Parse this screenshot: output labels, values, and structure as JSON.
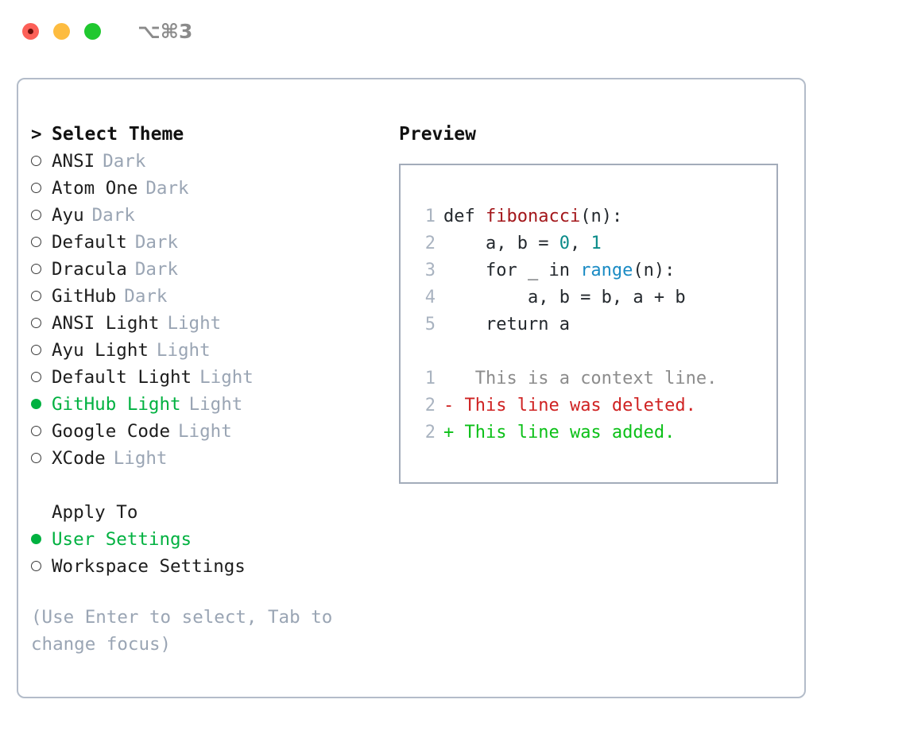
{
  "window": {
    "title": "⌥⌘3",
    "traffic_lights": [
      "close",
      "minimize",
      "maximize"
    ]
  },
  "theme_list": {
    "header": "Select Theme",
    "header_prefix": ">",
    "selected_index": 9,
    "items": [
      {
        "name": "ANSI",
        "variant": "Dark",
        "selected": false
      },
      {
        "name": "Atom One",
        "variant": "Dark",
        "selected": false
      },
      {
        "name": "Ayu",
        "variant": "Dark",
        "selected": false
      },
      {
        "name": "Default",
        "variant": "Dark",
        "selected": false
      },
      {
        "name": "Dracula",
        "variant": "Dark",
        "selected": false
      },
      {
        "name": "GitHub",
        "variant": "Dark",
        "selected": false
      },
      {
        "name": "ANSI Light",
        "variant": "Light",
        "selected": false
      },
      {
        "name": "Ayu Light",
        "variant": "Light",
        "selected": false
      },
      {
        "name": "Default Light",
        "variant": "Light",
        "selected": false
      },
      {
        "name": "GitHub Light",
        "variant": "Light",
        "selected": true
      },
      {
        "name": "Google Code",
        "variant": "Light",
        "selected": false
      },
      {
        "name": "XCode",
        "variant": "Light",
        "selected": false
      }
    ]
  },
  "apply_to": {
    "header": "Apply To",
    "selected_index": 0,
    "options": [
      {
        "label": "User Settings",
        "selected": true
      },
      {
        "label": "Workspace Settings",
        "selected": false
      }
    ]
  },
  "hint": "(Use Enter to select, Tab to change focus)",
  "preview": {
    "title": "Preview",
    "code_lines": [
      {
        "num": "1",
        "segments": [
          {
            "text": "def ",
            "kind": "plain"
          },
          {
            "text": "fibonacci",
            "kind": "fn"
          },
          {
            "text": "(n):",
            "kind": "plain"
          }
        ]
      },
      {
        "num": "2",
        "segments": [
          {
            "text": "    a, b = ",
            "kind": "plain"
          },
          {
            "text": "0",
            "kind": "num"
          },
          {
            "text": ", ",
            "kind": "plain"
          },
          {
            "text": "1",
            "kind": "num"
          }
        ]
      },
      {
        "num": "3",
        "segments": [
          {
            "text": "    for _ in ",
            "kind": "plain"
          },
          {
            "text": "range",
            "kind": "call"
          },
          {
            "text": "(n):",
            "kind": "plain"
          }
        ]
      },
      {
        "num": "4",
        "segments": [
          {
            "text": "        a, b = b, a + b",
            "kind": "plain"
          }
        ]
      },
      {
        "num": "5",
        "segments": [
          {
            "text": "    return a",
            "kind": "plain"
          }
        ]
      }
    ],
    "diff_lines": [
      {
        "num": "1",
        "marker": " ",
        "text": "  This is a context line.",
        "kind": "ctx"
      },
      {
        "num": "2",
        "marker": "-",
        "text": " This line was deleted.",
        "kind": "del"
      },
      {
        "num": "2",
        "marker": "+",
        "text": " This line was added.",
        "kind": "add"
      }
    ]
  },
  "colors": {
    "selected_green": "#00b140",
    "muted_gray": "#9aa5b4",
    "border": "#b3bcc9",
    "preview_border": "#a3acba",
    "syntax_function": "#a3171b",
    "syntax_number": "#0a8b89",
    "syntax_call": "#1a8bc4",
    "diff_context": "#8c8c8c",
    "diff_deleted": "#cf2222",
    "diff_added": "#0cc018",
    "traffic_red": "#fc6058",
    "traffic_yellow": "#fdbc40",
    "traffic_green": "#20c82f"
  }
}
